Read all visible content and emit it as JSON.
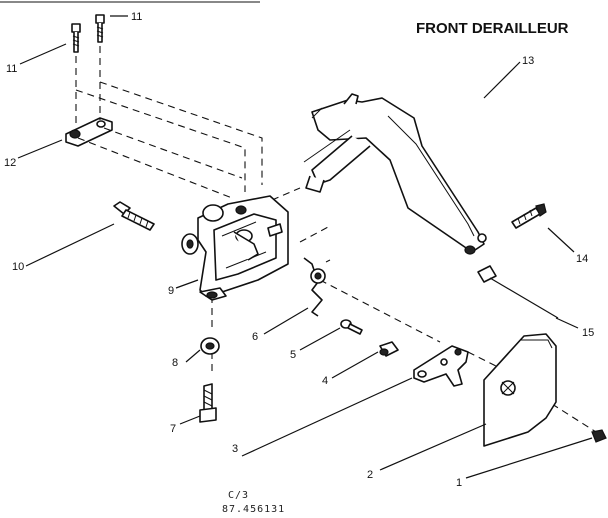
{
  "title": "FRONT DERAILLEUR",
  "callouts": {
    "c1": "1",
    "c2": "2",
    "c3": "3",
    "c4": "4",
    "c5": "5",
    "c6": "6",
    "c7": "7",
    "c8": "8",
    "c9": "9",
    "c10": "10",
    "c11a": "11",
    "c11b": "11",
    "c12": "12",
    "c13": "13",
    "c14": "14",
    "c15": "15"
  },
  "footer": {
    "line1": "C/3",
    "line2": "87.456131"
  }
}
